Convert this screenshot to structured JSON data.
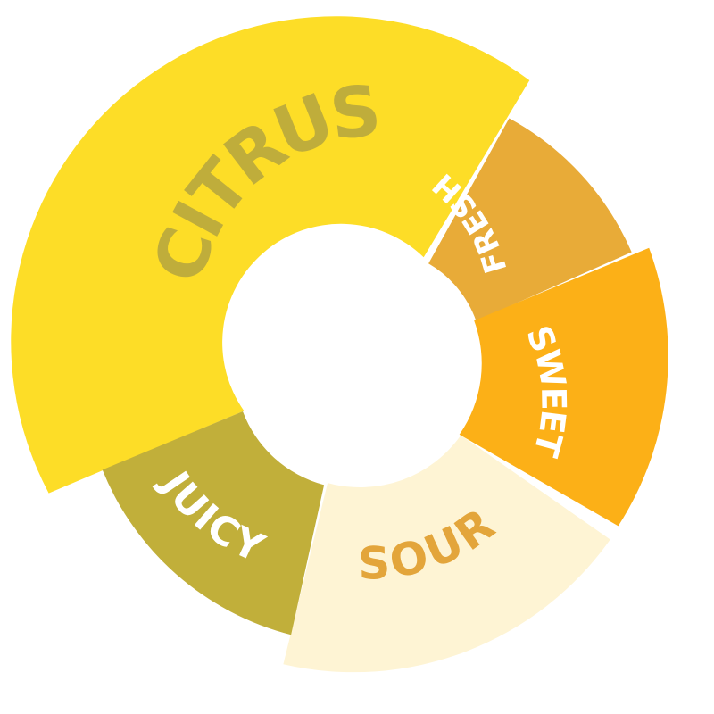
{
  "diagram": {
    "segments": [
      {
        "id": "citrus",
        "label": "CITRUS",
        "color": "#fddd27",
        "text_color": "#bfad3b"
      },
      {
        "id": "fresh",
        "label": "FRESH",
        "color": "#e8ab38",
        "text_color": "#ffffff"
      },
      {
        "id": "sweet",
        "label": "SWEET",
        "color": "#fcb017",
        "text_color": "#ffffff"
      },
      {
        "id": "sour",
        "label": "SOUR",
        "color": "#fef4d4",
        "text_color": "#e3a53b"
      },
      {
        "id": "juicy",
        "label": "JUICY",
        "color": "#c1af3a",
        "text_color": "#ffffff"
      }
    ]
  }
}
